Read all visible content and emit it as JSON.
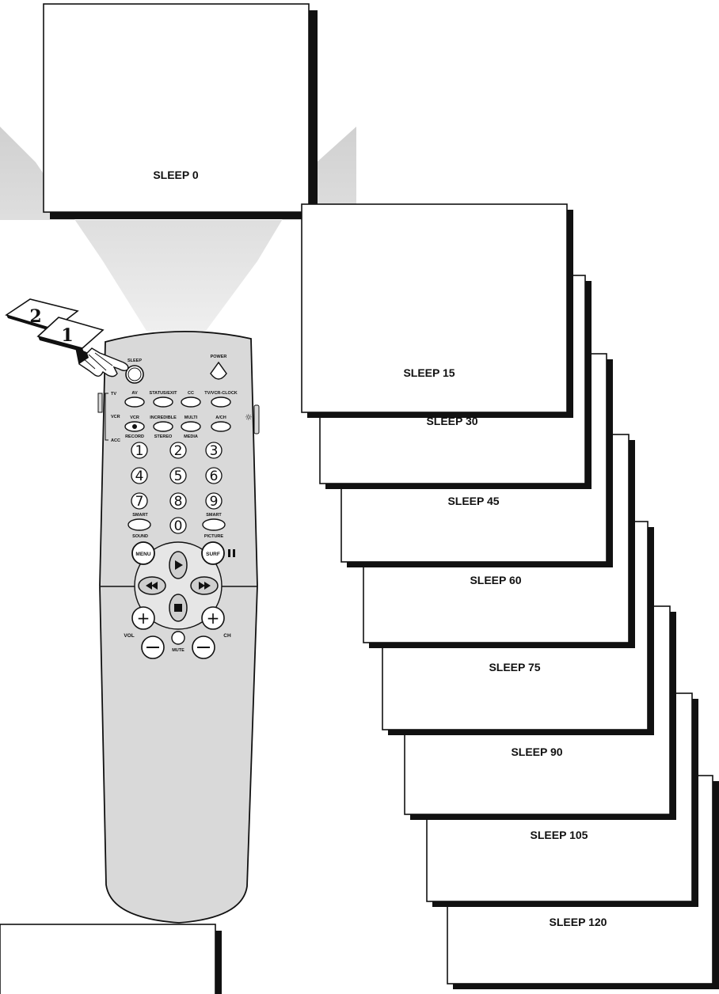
{
  "top_screen": {
    "label": "SLEEP 0"
  },
  "cascade_screens": [
    {
      "label": "SLEEP 15"
    },
    {
      "label": "SLEEP 30"
    },
    {
      "label": "SLEEP 45"
    },
    {
      "label": "SLEEP 60"
    },
    {
      "label": "SLEEP 75"
    },
    {
      "label": "SLEEP 90"
    },
    {
      "label": "SLEEP 105"
    },
    {
      "label": "SLEEP 120"
    }
  ],
  "steps": {
    "step1": "1",
    "step2": "2"
  },
  "remote": {
    "sleep": "SLEEP",
    "power": "POWER",
    "mode_tv": "TV",
    "mode_vcr": "VCR",
    "mode_acc": "ACC",
    "row1": [
      "AV",
      "STATUS/EXIT",
      "CC",
      "TV/VCR-CLOCK"
    ],
    "row2_top": [
      "VCR",
      "INCREDIBLE",
      "MULTI",
      "A/CH"
    ],
    "row2_bottom": [
      "RECORD",
      "STEREO",
      "MEDIA"
    ],
    "digits": [
      "1",
      "2",
      "3",
      "4",
      "5",
      "6",
      "7",
      "8",
      "9",
      "0"
    ],
    "smart_left_top": "SMART",
    "smart_left_bottom": "SOUND",
    "smart_right_top": "SMART",
    "smart_right_bottom": "PICTURE",
    "menu": "MENU",
    "surf": "SURF",
    "vol": "VOL",
    "ch": "CH",
    "mute": "MUTE"
  }
}
